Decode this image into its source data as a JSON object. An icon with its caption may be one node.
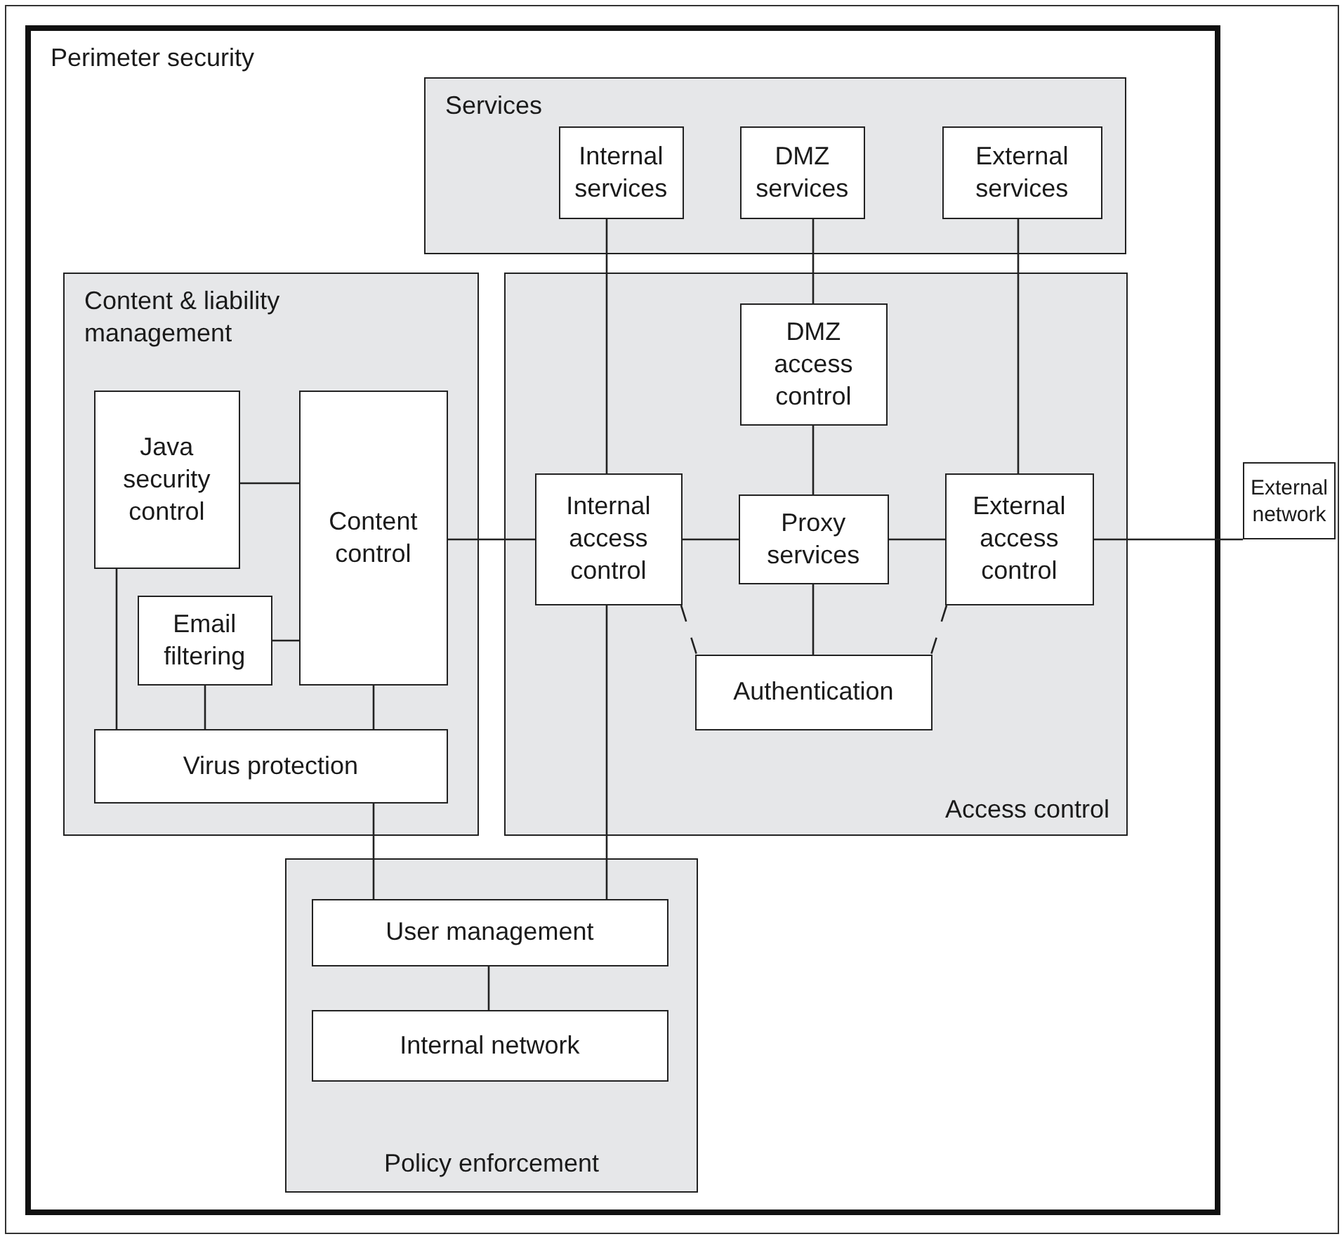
{
  "diagram": {
    "nodes": [
      {
        "text": [
          "Perimeter security"
        ]
      },
      {
        "text": [
          "Services"
        ],
        "in": 0
      },
      {
        "text": [
          "Internal services"
        ],
        "in": 1
      },
      {
        "text": [
          "DMZ services"
        ],
        "in": 1
      },
      {
        "text": [
          "External services"
        ],
        "in": 1
      },
      {
        "text": [
          "Content & liability management"
        ],
        "in": 0
      },
      {
        "text": [
          "Java security control"
        ],
        "in": 5
      },
      {
        "text": [
          "Content control"
        ],
        "in": 5
      },
      {
        "text": [
          "Email filtering"
        ],
        "in": 5
      },
      {
        "text": [
          "Virus protection"
        ],
        "in": 5
      },
      {
        "text": [
          "Access control"
        ],
        "in": 0
      },
      {
        "text": [
          "DMZ access control"
        ],
        "in": 10
      },
      {
        "text": [
          "Internal access control"
        ],
        "in": 10
      },
      {
        "text": [
          "Proxy services"
        ],
        "in": 10
      },
      {
        "text": [
          "External access control"
        ],
        "in": 10
      },
      {
        "text": [
          "Authentication"
        ],
        "in": 10
      },
      {
        "text": [
          "External network"
        ]
      },
      {
        "text": [
          "Policy enforcement"
        ],
        "in": 0
      },
      {
        "text": [
          "User management"
        ],
        "in": 17
      },
      {
        "text": [
          "Internal network"
        ],
        "in": 17
      }
    ],
    "edges": [
      {
        "from": 2,
        "to": 12,
        "arrow": "none"
      },
      {
        "from": 3,
        "to": 11,
        "arrow": "none"
      },
      {
        "from": 4,
        "to": 14,
        "arrow": "none"
      },
      {
        "from": 11,
        "to": 13,
        "arrow": "none"
      },
      {
        "from": 12,
        "to": 13,
        "arrow": "none"
      },
      {
        "from": 13,
        "to": 14,
        "arrow": "none"
      },
      {
        "from": 14,
        "to": 16,
        "arrow": "none"
      },
      {
        "from": 7,
        "to": 12,
        "arrow": "none"
      },
      {
        "from": 13,
        "to": 15,
        "arrow": "none"
      },
      {
        "from": 12,
        "to": 15,
        "arrow": "none",
        "style": "dashed"
      },
      {
        "from": 14,
        "to": 15,
        "arrow": "none",
        "style": "dashed"
      },
      {
        "from": 6,
        "to": 7,
        "arrow": "none"
      },
      {
        "from": 8,
        "to": 7,
        "arrow": "none"
      },
      {
        "from": 6,
        "to": 9,
        "arrow": "none"
      },
      {
        "from": 8,
        "to": 9,
        "arrow": "none"
      },
      {
        "from": 7,
        "to": 9,
        "arrow": "none"
      },
      {
        "from": 9,
        "to": 18,
        "arrow": "none"
      },
      {
        "from": 12,
        "to": 18,
        "arrow": "none"
      },
      {
        "from": 18,
        "to": 19,
        "arrow": "none"
      }
    ]
  }
}
